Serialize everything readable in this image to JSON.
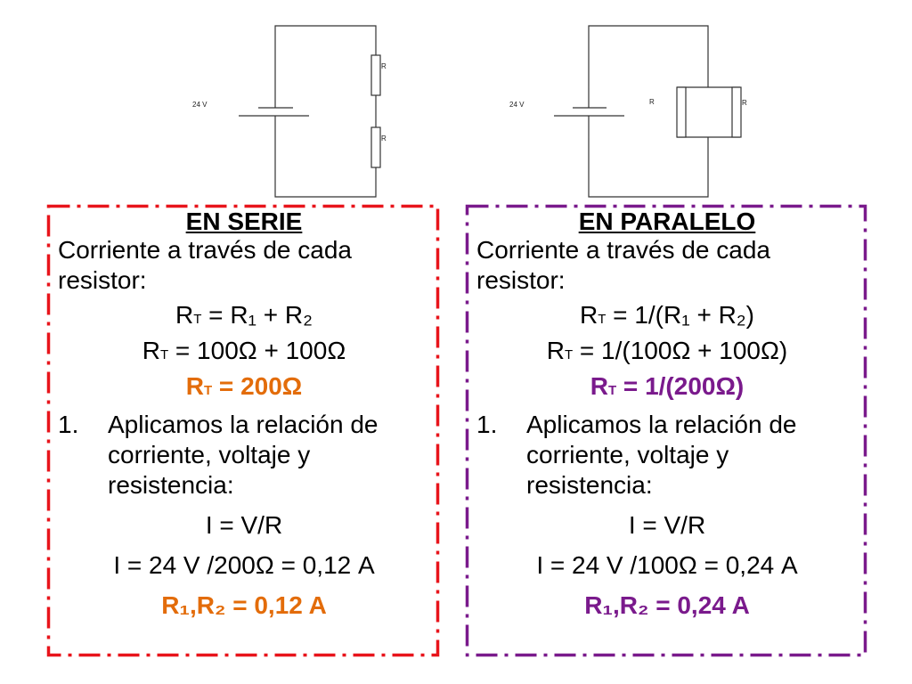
{
  "circuits": {
    "serie": {
      "voltage_label": "24 V",
      "r1_label": "R",
      "r2_label": "R"
    },
    "paralelo": {
      "voltage_label": "24 V",
      "r1_label": "R",
      "r2_label": "R"
    }
  },
  "serie": {
    "color": "#e8141b",
    "result_color": "#e36c0a",
    "heading": "EN SERIE",
    "intro": "Corriente a través de cada resistor:",
    "eq1": {
      "left": "R",
      "sub": "T",
      "right": " = R₁ + R₂"
    },
    "eq2": {
      "left": "R",
      "sub": "T",
      "right": " = 100Ω + 100Ω"
    },
    "eq3": {
      "left": "R",
      "sub": "T",
      "right": " = 200Ω"
    },
    "step_number": "1.",
    "step_text": "Aplicamos la relación de corriente, voltaje y resistencia:",
    "formula": "I = V/R",
    "calc": "I = 24 V /200Ω = 0,12 A",
    "result": "R₁,R₂ = 0,12 A"
  },
  "paralelo": {
    "color": "#7a1a8c",
    "result_color": "#7a1a8c",
    "heading": "EN PARALELO",
    "intro": "Corriente a través de cada resistor:",
    "eq1": {
      "left": "R",
      "sub": "T",
      "right": " = 1/(R₁ + R₂)"
    },
    "eq2": {
      "left": "R",
      "sub": "T",
      "right": " = 1/(100Ω + 100Ω)"
    },
    "eq3": {
      "left": "R",
      "sub": "T",
      "right": " = 1/(200Ω)"
    },
    "step_number": "1.",
    "step_text": "Aplicamos la relación de corriente, voltaje y resistencia:",
    "formula": "I = V/R",
    "calc": "I = 24 V /100Ω = 0,24 A",
    "result": "R₁,R₂ = 0,24 A"
  }
}
